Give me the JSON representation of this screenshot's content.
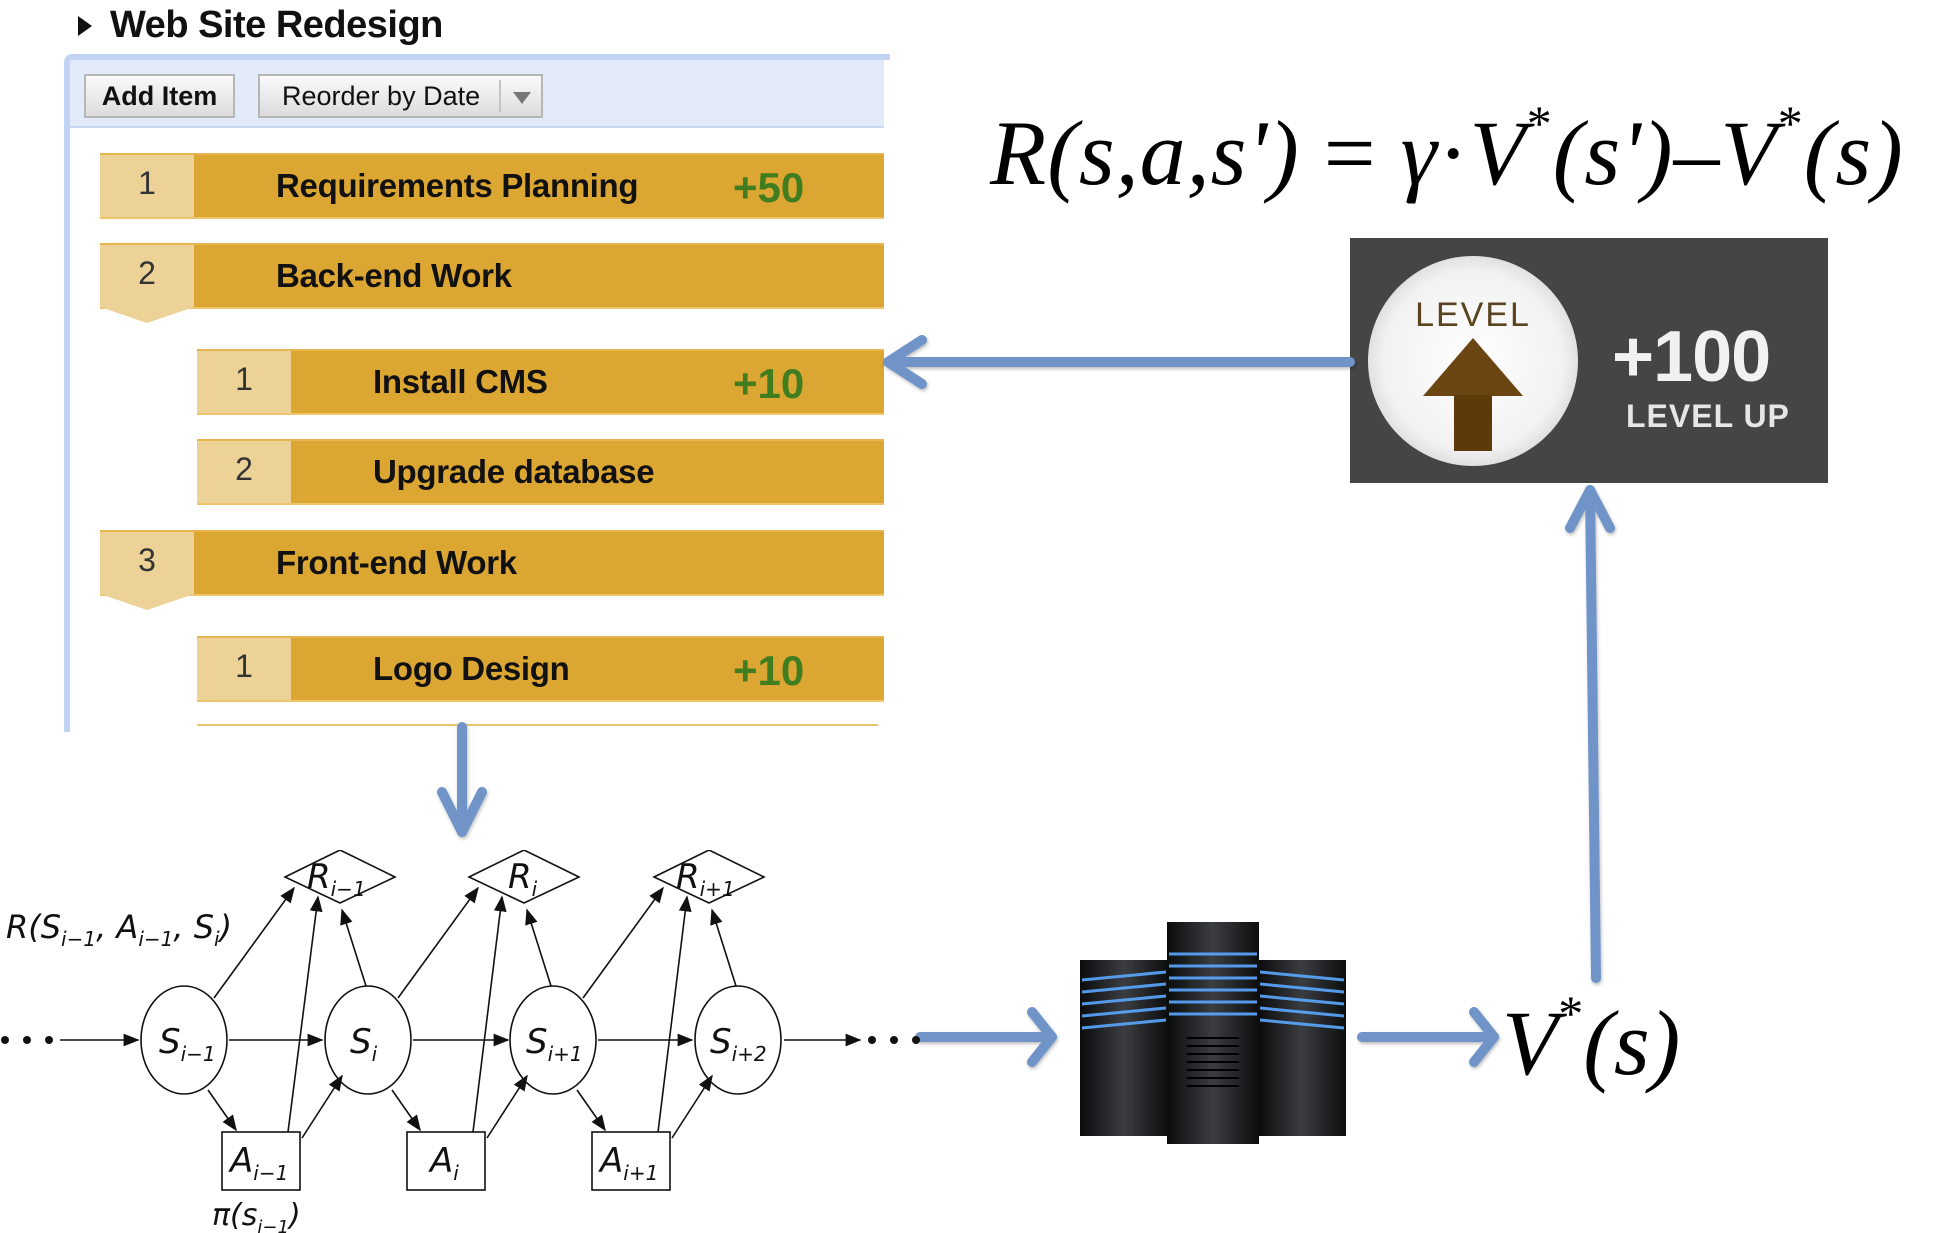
{
  "task_list": {
    "title": "Web Site Redesign",
    "toolbar": {
      "add_item_label": "Add Item",
      "reorder_label": "Reorder by Date"
    },
    "items": [
      {
        "num": "1",
        "label": "Requirements Planning",
        "points": "+50",
        "level": 0
      },
      {
        "num": "2",
        "label": "Back-end Work",
        "points": "",
        "level": 0
      },
      {
        "num": "1",
        "label": "Install CMS",
        "points": "+10",
        "level": 1
      },
      {
        "num": "2",
        "label": "Upgrade database",
        "points": "",
        "level": 1
      },
      {
        "num": "3",
        "label": "Front-end Work",
        "points": "",
        "level": 0
      },
      {
        "num": "1",
        "label": "Logo Design",
        "points": "+10",
        "level": 1
      }
    ],
    "colors": {
      "row": "#dca632",
      "num_cell": "#edd298",
      "points": "#3f7d1f",
      "panel_border": "#c3d3f3"
    }
  },
  "formula": {
    "lhs": "R(s,a,s')",
    "eq": "=",
    "gamma": "γ",
    "dot": "·",
    "v1": "V",
    "star": "*",
    "arg1": "(s')",
    "minus": "–",
    "v2": "V",
    "arg2": "(s)"
  },
  "badge": {
    "top_label": "LEVEL",
    "score": "+100",
    "bottom_label": "LEVEL UP"
  },
  "mdp": {
    "reward_label": "R(S",
    "reward_label_full": "R(S_{i-1}, A_{i-1}, S_i)",
    "policy_label": "π(s_{i-1})",
    "states": [
      {
        "base": "S",
        "sub": "i−1"
      },
      {
        "base": "S",
        "sub": "i"
      },
      {
        "base": "S",
        "sub": "i+1"
      },
      {
        "base": "S",
        "sub": "i+2"
      }
    ],
    "actions": [
      {
        "base": "A",
        "sub": "i−1"
      },
      {
        "base": "A",
        "sub": "i"
      },
      {
        "base": "A",
        "sub": "i+1"
      }
    ],
    "rewards": [
      {
        "base": "R",
        "sub": "i−1"
      },
      {
        "base": "R",
        "sub": "i"
      },
      {
        "base": "R",
        "sub": "i+1"
      }
    ],
    "ellipsis": "• • •"
  },
  "server": {
    "icon": "server-rack-icon"
  },
  "value": {
    "v": "V",
    "star": "*",
    "arg": "(s)"
  },
  "arrow_color": "#6f93c8"
}
